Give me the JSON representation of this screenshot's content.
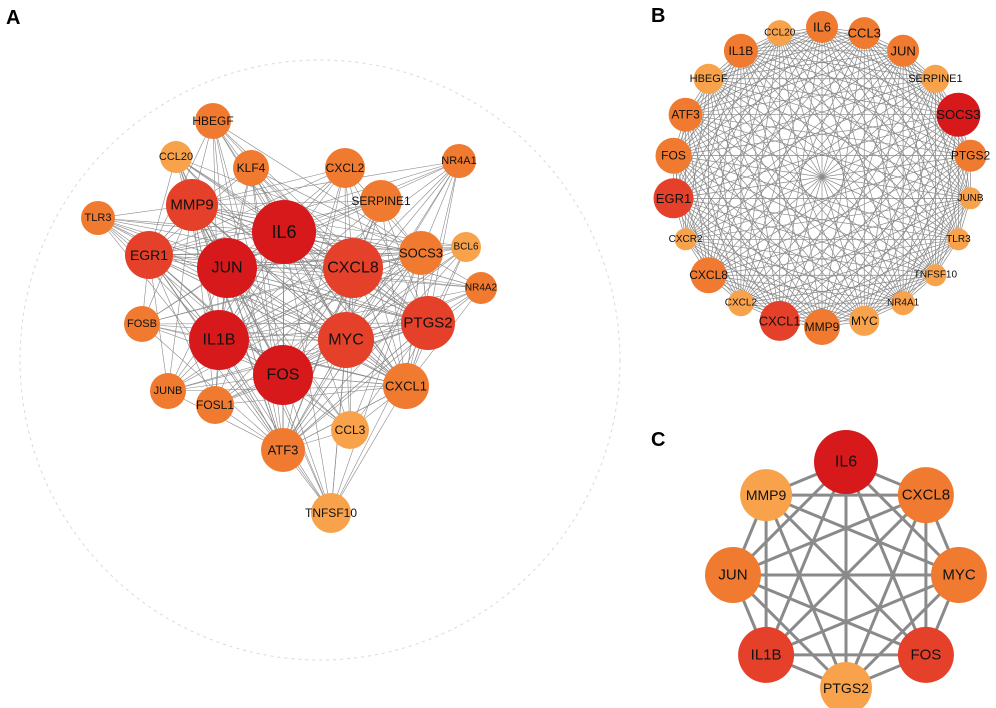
{
  "figure": {
    "panel_labels": [
      "A",
      "B",
      "C"
    ],
    "colors": {
      "red": "#d7191c",
      "redorange": "#e5402a",
      "orange": "#f07a30",
      "lightorange": "#f8a24b",
      "edge": "#8a8a8a"
    },
    "panel_a": {
      "hub_nodes": [
        "IL6",
        "JUN",
        "CXCL8",
        "MMP9",
        "EGR1",
        "IL1B",
        "MYC",
        "FOS",
        "PTGS2",
        "CXCL1",
        "ATF3",
        "SOCS3",
        "SERPINE1",
        "CXCL2",
        "KLF4",
        "HBEGF",
        "CCL20",
        "NR4A1",
        "TLR3",
        "FOSB",
        "JUNB",
        "FOSL1",
        "CCL3",
        "TNFSF10",
        "BCL6",
        "NR4A2"
      ]
    },
    "panel_b": {
      "nodes": [
        "IL6",
        "CCL3",
        "JUN",
        "SERPINE1",
        "SOCS3",
        "PTGS2",
        "JUNB",
        "TLR3",
        "TNFSF10",
        "NR4A1",
        "MYC",
        "MMP9",
        "CXCL1",
        "CXCL2",
        "CXCL8",
        "CXCR2",
        "EGR1",
        "FOS",
        "ATF3",
        "HBEGF",
        "IL1B",
        "CCL20"
      ]
    },
    "panel_c": {
      "nodes": [
        "IL6",
        "CXCL8",
        "MYC",
        "FOS",
        "PTGS2",
        "IL1B",
        "JUN",
        "MMP9"
      ]
    }
  }
}
